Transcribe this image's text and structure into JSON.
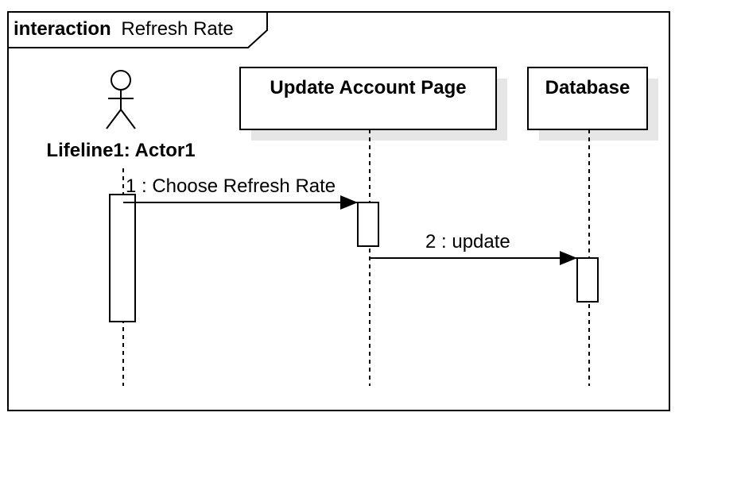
{
  "frame": {
    "keyword": "interaction",
    "name": "Refresh Rate"
  },
  "lifelines": {
    "actor": "Lifeline1: Actor1",
    "page": "Update Account Page",
    "db": "Database"
  },
  "messages": {
    "m1": "1 : Choose Refresh Rate",
    "m2": "2 : update"
  }
}
